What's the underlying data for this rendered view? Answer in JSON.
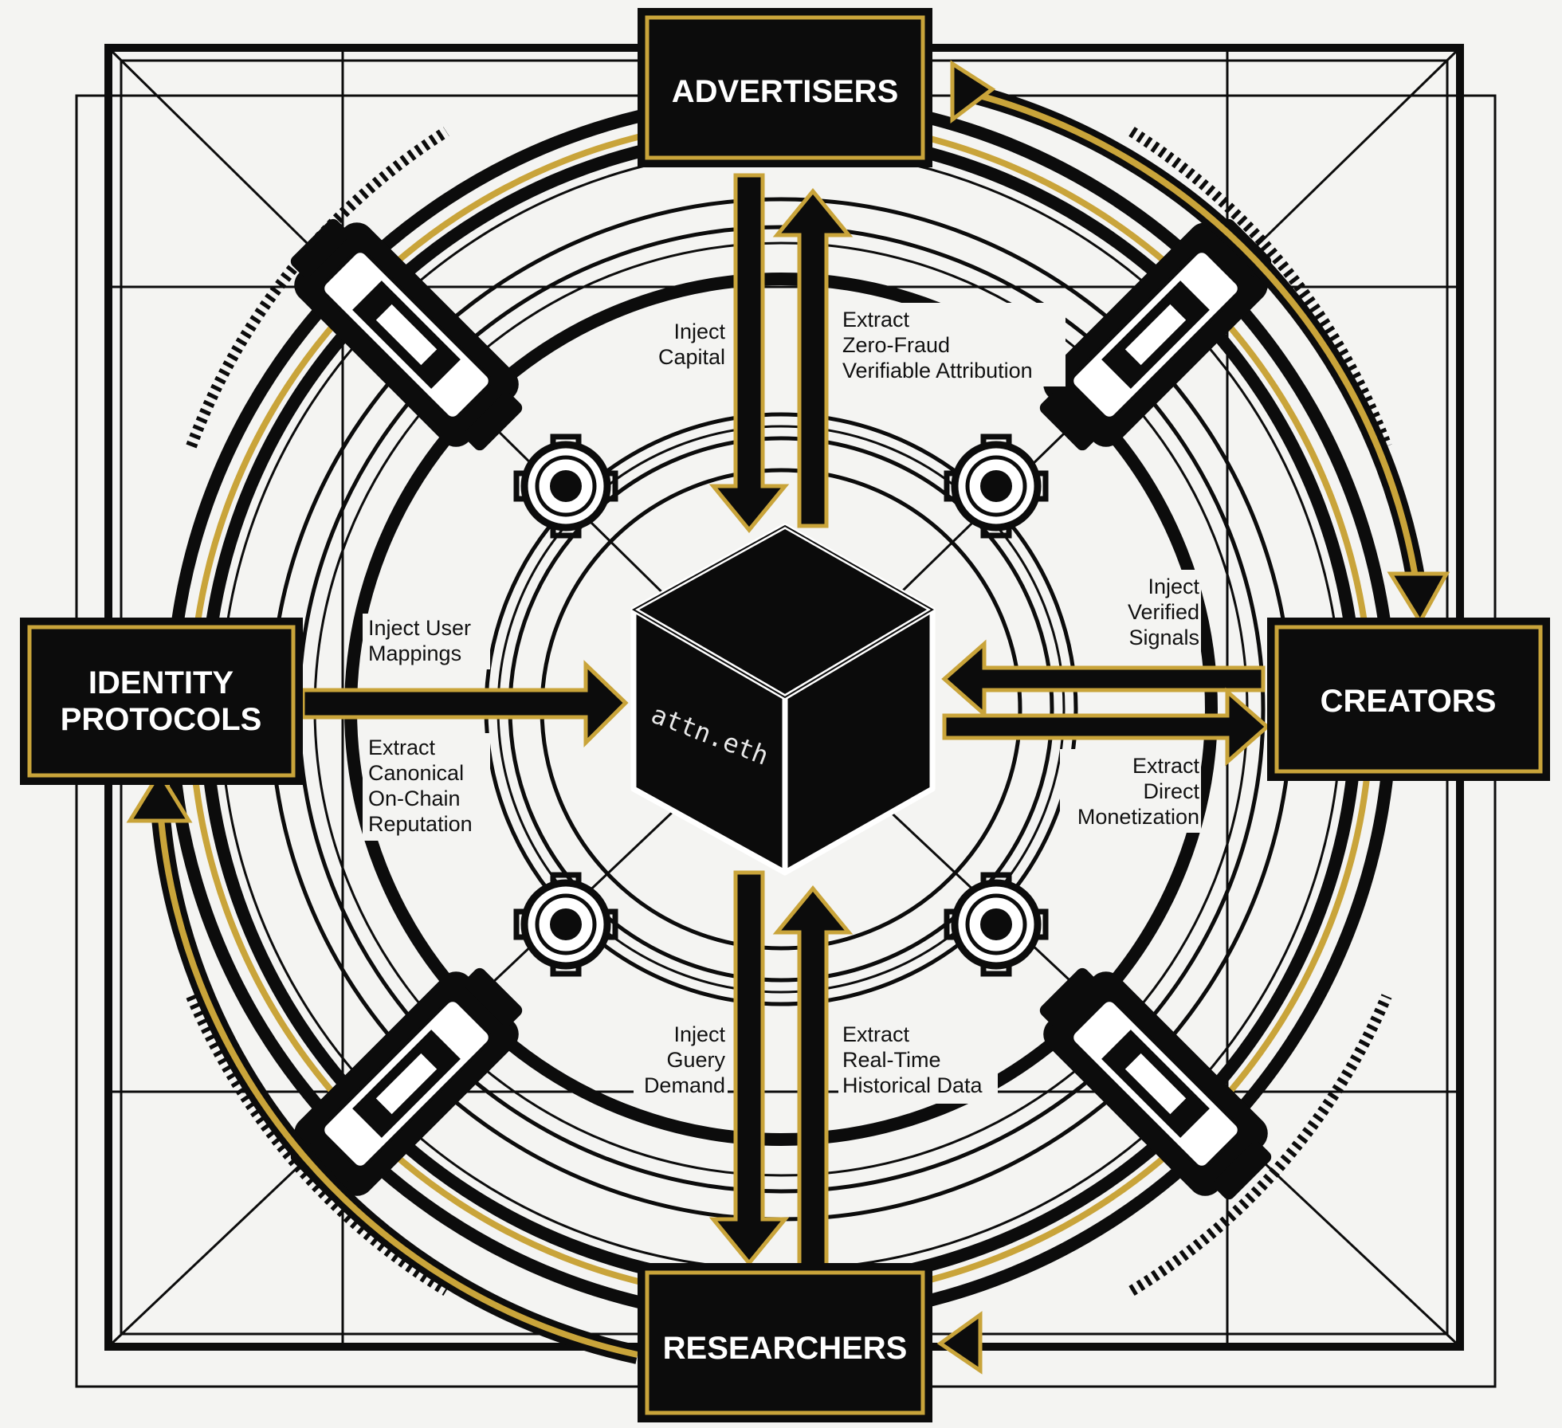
{
  "nodes": {
    "advertisers": "ADVERTISERS",
    "creators": "CREATORS",
    "researchers": "RESEARCHERS",
    "identity": [
      "IDENTITY",
      "PROTOCOLS"
    ]
  },
  "hub": {
    "label": "attn.eth"
  },
  "flows": {
    "advertisers_inject": [
      "Inject",
      "Capital"
    ],
    "advertisers_extract": [
      "Extract",
      "Zero-Fraud",
      "Verifiable Attribution"
    ],
    "creators_inject": [
      "Inject",
      "Verified",
      "Signals"
    ],
    "creators_extract": [
      "Extract",
      "Direct",
      "Monetization"
    ],
    "researchers_inject": [
      "Inject",
      "Guery",
      "Demand"
    ],
    "researchers_extract": [
      "Extract",
      "Real-Time",
      "Historical Data"
    ],
    "identity_inject": [
      "Inject User",
      "Mappings"
    ],
    "identity_extract": [
      "Extract",
      "Canonical",
      "On-Chain",
      "Reputation"
    ]
  },
  "colors": {
    "ink": "#0c0c0c",
    "gold": "#c9a43a",
    "paper": "#f4f4f2",
    "node_fill": "#0b0b0b"
  },
  "icons": [
    "cube-icon",
    "gear-icon",
    "coupler-icon"
  ]
}
